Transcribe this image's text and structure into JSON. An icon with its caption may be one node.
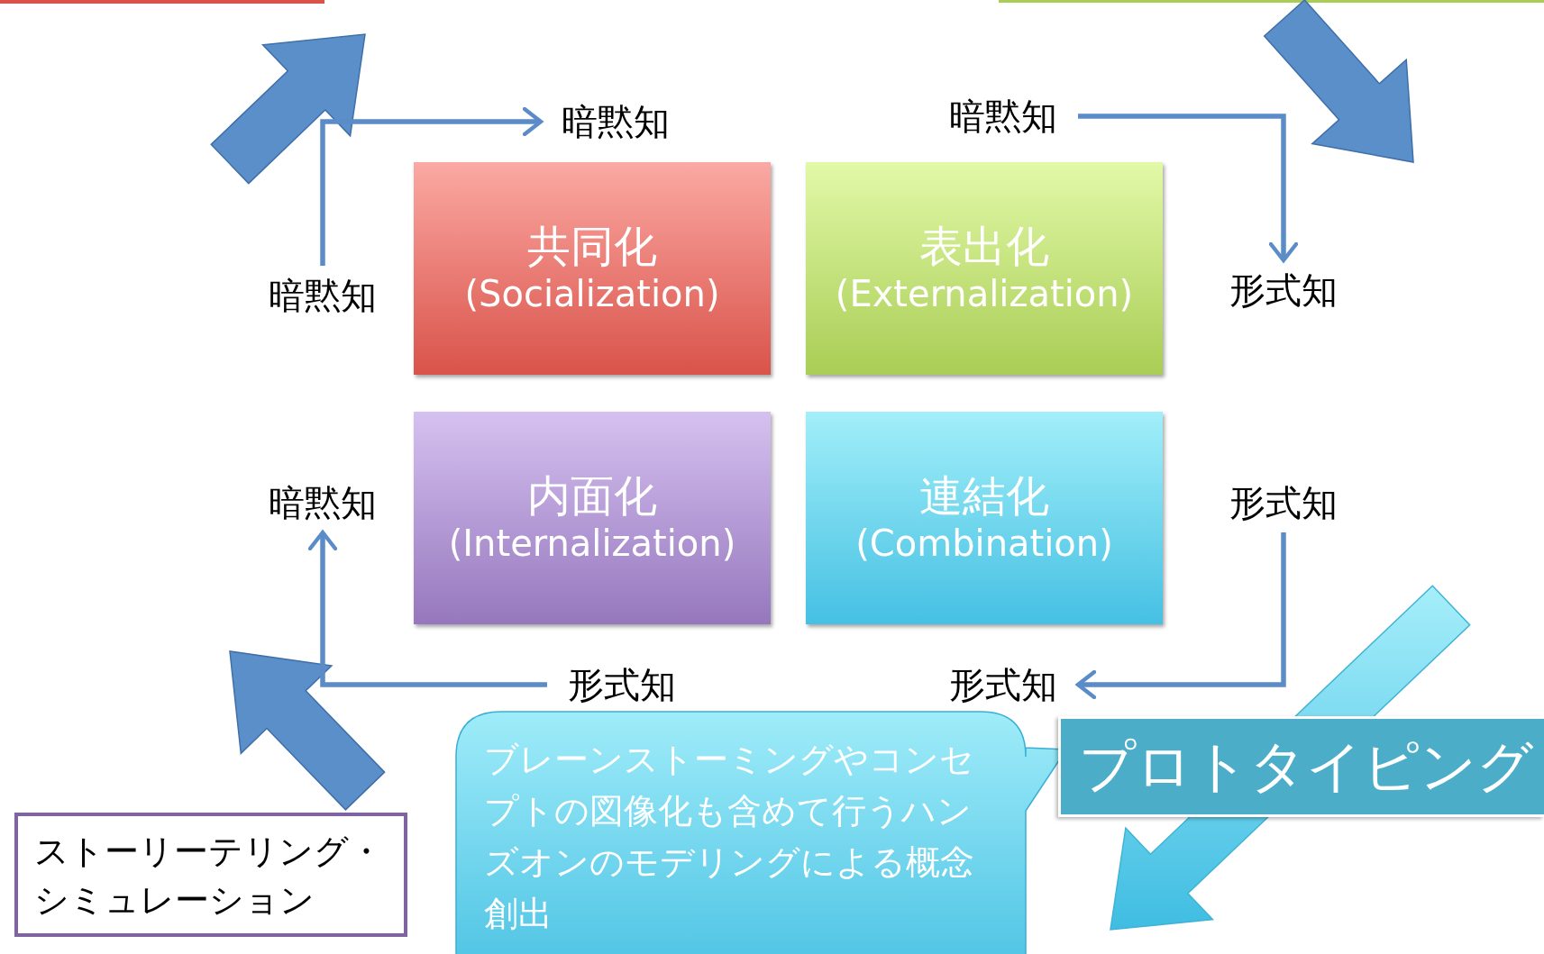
{
  "diagram": {
    "nodes": [
      {
        "text": [
          "共同化",
          "(Socialization)"
        ]
      },
      {
        "text": [
          "表出化",
          "(Externalization)"
        ]
      },
      {
        "text": [
          "内面化",
          "(Internalization)"
        ]
      },
      {
        "text": [
          "連結化",
          "(Combination)"
        ]
      },
      {
        "text": [
          "暗黙知"
        ]
      },
      {
        "text": [
          "暗黙知"
        ]
      },
      {
        "text": [
          "暗黙知"
        ]
      },
      {
        "text": [
          "形式知"
        ]
      },
      {
        "text": [
          "暗黙知"
        ]
      },
      {
        "text": [
          "形式知"
        ]
      },
      {
        "text": [
          "形式知"
        ]
      },
      {
        "text": [
          "形式知"
        ]
      },
      {
        "text": [
          "ブレーンストーミングやコンセプトの図像化も含めて行うハンズオンのモデリングによる概念創出"
        ]
      },
      {
        "text": [
          "プロトタイピング"
        ]
      },
      {
        "text": [
          "ストーリーテリング・シミュレーション"
        ]
      }
    ],
    "edges": [
      {
        "from": 6,
        "to": 4,
        "arrow": "to"
      },
      {
        "from": 5,
        "to": 7,
        "arrow": "to"
      },
      {
        "from": 9,
        "to": 11,
        "arrow": "to"
      },
      {
        "from": 10,
        "to": 8,
        "arrow": "to"
      }
    ]
  }
}
